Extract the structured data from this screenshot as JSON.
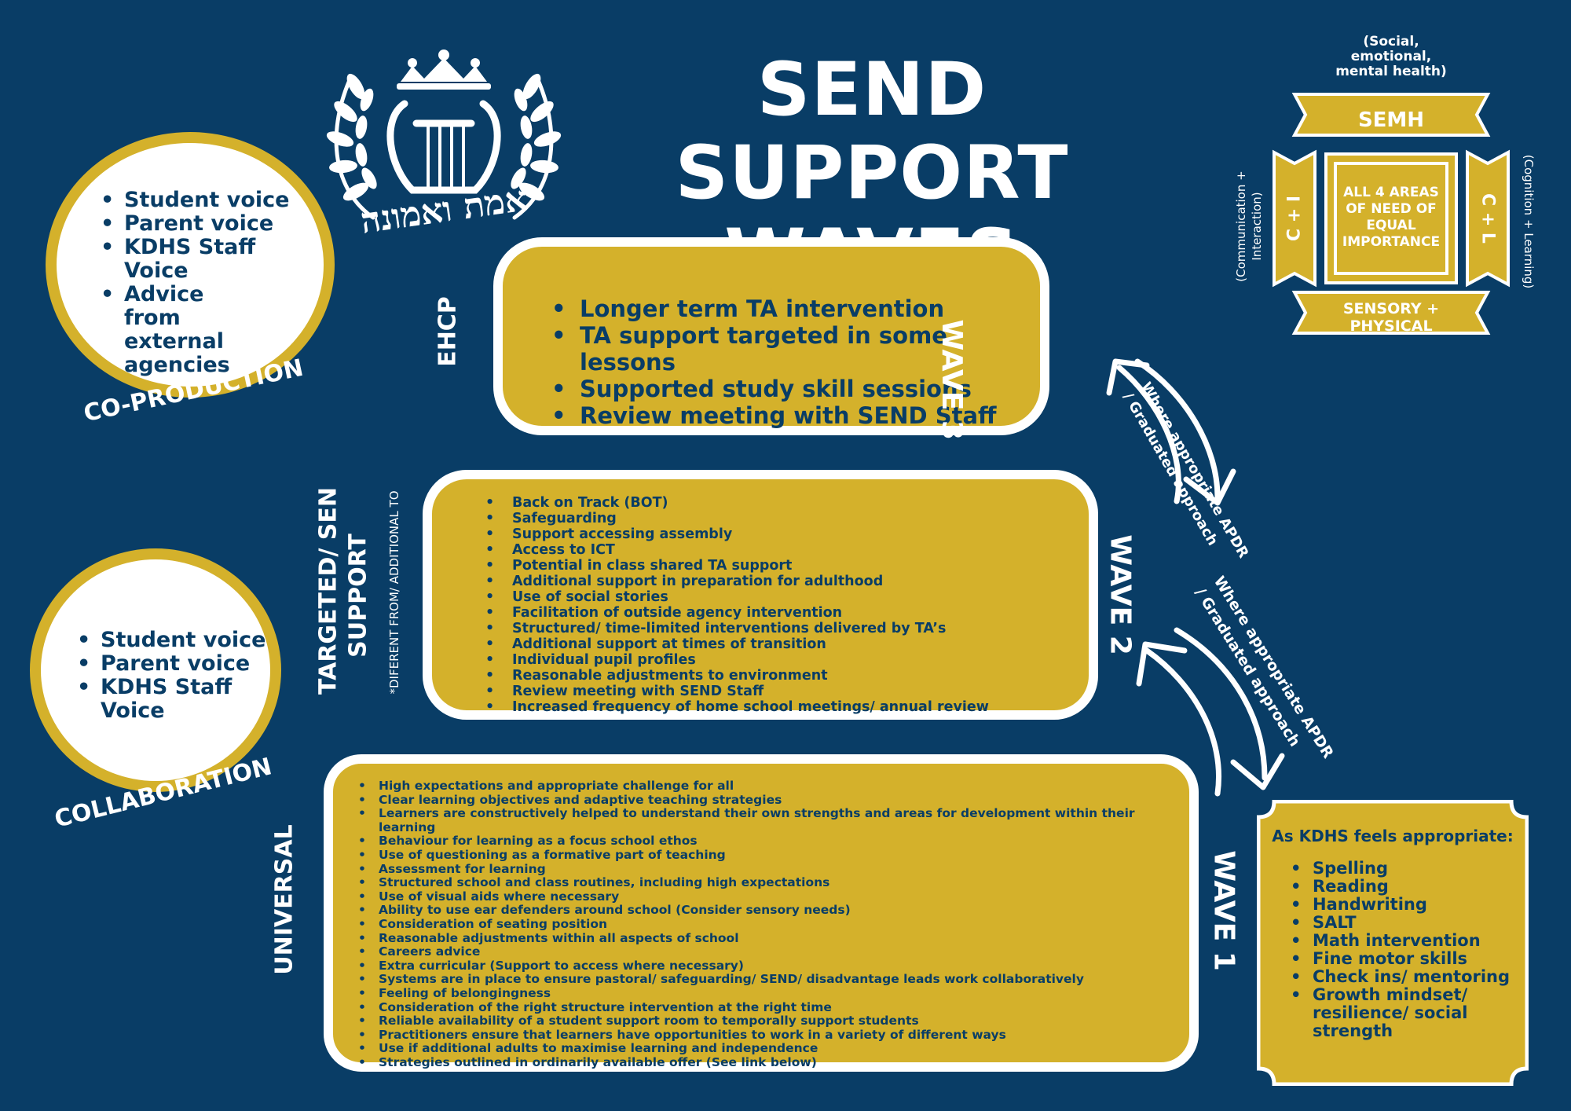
{
  "title": {
    "line1": "SEND SUPPORT",
    "line2": "WAVES"
  },
  "logo": {
    "hebrew_text": "אמת ואמונה",
    "icon": "lyre-with-laurel-crown-icon"
  },
  "coproduction": {
    "label": "CO-PRODUCTION",
    "items": [
      "Student voice",
      "Parent voice",
      "KDHS Staff Voice",
      "Advice from external agencies"
    ]
  },
  "collaboration": {
    "label": "COLLABORATION",
    "items": [
      "Student voice",
      "Parent voice",
      "KDHS Staff Voice"
    ]
  },
  "wave3": {
    "label": "WAVE 3",
    "side_label": "EHCP",
    "items": [
      "Longer term TA intervention",
      "TA support targeted in some lessons",
      "Supported study skill sessions",
      "Review meeting with SEND Staff"
    ]
  },
  "wave2": {
    "label": "WAVE 2",
    "side_label_line1": "TARGETED/ SEN",
    "side_label_line2": "SUPPORT",
    "side_note": "*DIFERENT FROM/ ADDITIONAL TO",
    "items": [
      "Back on Track (BOT)",
      "Safeguarding",
      "Support accessing assembly",
      "Access to ICT",
      "Potential in class shared TA support",
      "Additional support in preparation for adulthood",
      "Use of social stories",
      "Facilitation of outside agency intervention",
      "Structured/ time-limited interventions delivered by TA’s",
      "Additional support at times of transition",
      "Individual pupil profiles",
      "Reasonable adjustments to environment",
      "Review meeting with SEND Staff",
      "Increased frequency of home school meetings/ annual review"
    ]
  },
  "wave1": {
    "label": "WAVE 1",
    "side_label": "UNIVERSAL",
    "items": [
      "High expectations and appropriate challenge for all",
      "Clear learning objectives and adaptive teaching strategies",
      "Learners are constructively helped to understand their own strengths and areas for development within their learning",
      "Behaviour for learning as a focus school ethos",
      "Use of questioning as a formative part of teaching",
      "Assessment for learning",
      "Structured school and class routines, including high expectations",
      "Use of visual aids where necessary",
      "Ability to use ear defenders around school (Consider sensory needs)",
      "Consideration of seating position",
      "Reasonable adjustments  within all aspects of school",
      "Careers advice",
      "Extra curricular (Support to access where necessary)",
      "Systems are in place to ensure pastoral/ safeguarding/ SEND/ disadvantage leads work collaboratively",
      "Feeling of belongingness",
      "Consideration of the right structure intervention at the right time",
      "Reliable availability of a student support room to temporally support students",
      "Practitioners ensure that learners have opportunities to work in a variety of different ways",
      "Use if additional adults to maximise learning and independence",
      "Strategies outlined in ordinarily available offer (See link below)"
    ]
  },
  "arrows": {
    "upper": {
      "line1": "Where appropriate APDR",
      "line2": "/ Graduated approach"
    },
    "lower": {
      "line1": "Where appropriate APDR",
      "line2": "/ Graduated approach"
    }
  },
  "kdhs": {
    "heading": "As KDHS feels appropriate:",
    "items": [
      "Spelling",
      "Reading",
      "Handwriting",
      "SALT",
      "Math intervention",
      "Fine motor skills",
      "Check ins/ mentoring",
      "Growth mindset/ resilience/ social strength"
    ]
  },
  "needs": {
    "top_note_line1": "(Social,",
    "top_note_line2": "emotional,",
    "top_note_line3": "mental health)",
    "top": "SEMH",
    "left": "C + I",
    "right": "C + L",
    "bottom_line1": "SENSORY +",
    "bottom_line2": "PHYSICAL",
    "center_line1": "ALL 4 AREAS",
    "center_line2": "OF NEED OF",
    "center_line3": "EQUAL",
    "center_line4": "IMPORTANCE",
    "left_note_line1": "(Communication +",
    "left_note_line2": "Interaction)",
    "right_note": "(Cognition + Learning)"
  },
  "colors": {
    "background": "#093d66",
    "gold": "#d4b12b",
    "white": "#ffffff"
  }
}
